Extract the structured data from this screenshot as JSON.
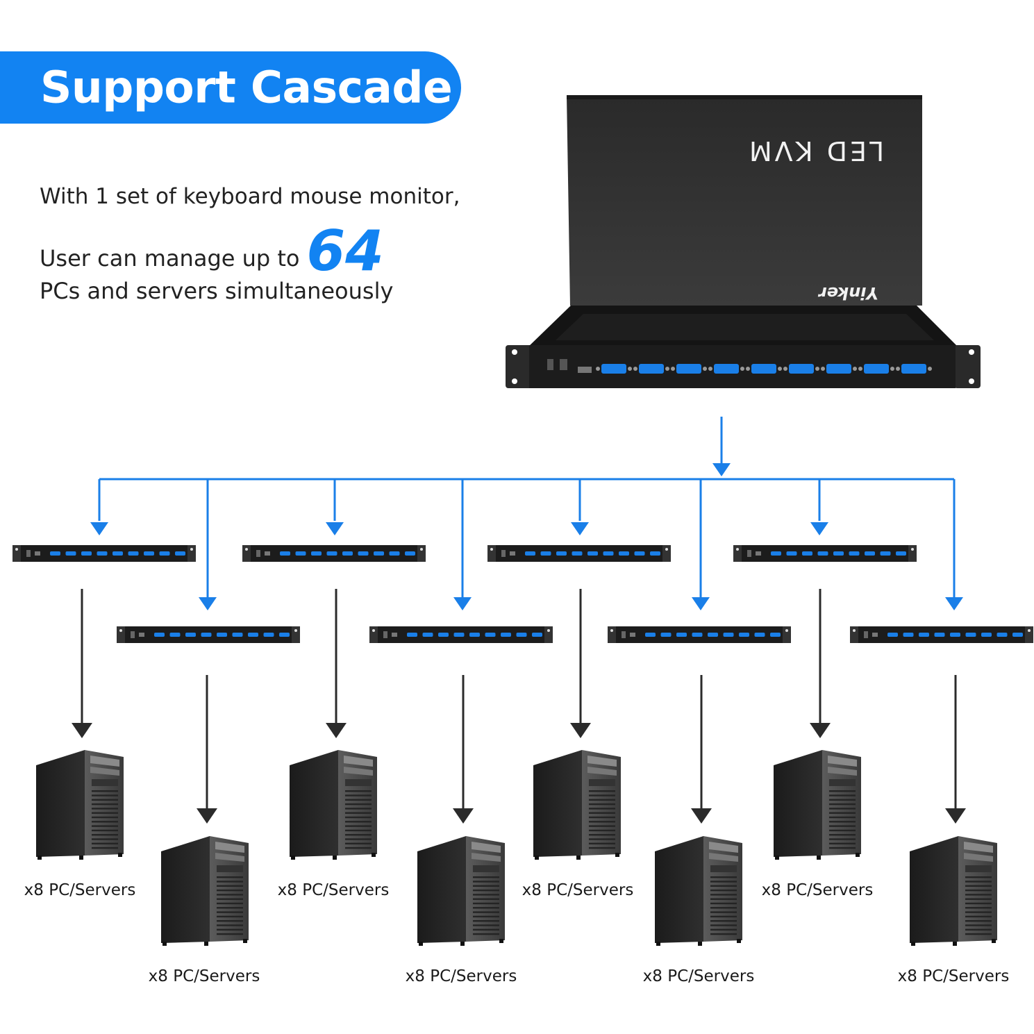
{
  "header": {
    "title": "Support Cascade"
  },
  "description": {
    "line1": "With 1 set of keyboard mouse monitor,",
    "line2_prefix": "User can manage up to",
    "highlight_number": "64",
    "line3": "PCs and servers simultaneously"
  },
  "main_unit": {
    "screen_text": "LED KVM",
    "brand": "Yinker"
  },
  "computer_groups": [
    {
      "label": "x8 PC/Servers"
    },
    {
      "label": "x8 PC/Servers"
    },
    {
      "label": "x8 PC/Servers"
    },
    {
      "label": "x8 PC/Servers"
    },
    {
      "label": "x8 PC/Servers"
    },
    {
      "label": "x8 PC/Servers"
    },
    {
      "label": "x8 PC/Servers"
    },
    {
      "label": "x8 PC/Servers"
    }
  ],
  "colors": {
    "accent": "#1283f2",
    "connector_blue": "#1a7fe8",
    "arrow_dark": "#2b2b2b",
    "device_dark": "#1c1c1c"
  }
}
